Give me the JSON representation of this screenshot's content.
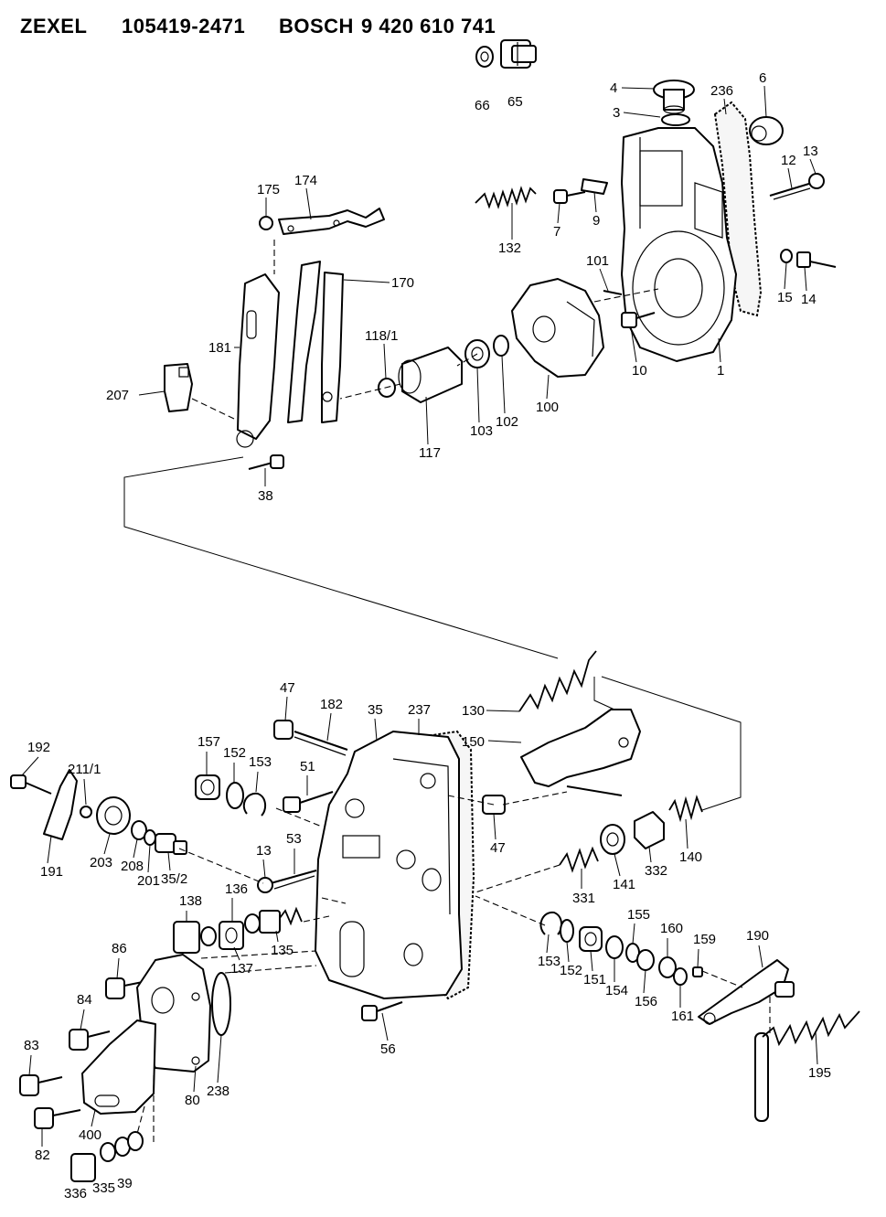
{
  "header": {
    "zexel_brand": "ZEXEL",
    "zexel_number": "105419-2471",
    "bosch_brand": "BOSCH",
    "bosch_number": "9 420 610 741"
  },
  "labels": {
    "p66": "66",
    "p65": "65",
    "p4": "4",
    "p3": "3",
    "p236": "236",
    "p6": "6",
    "p13a": "13",
    "p12": "12",
    "p175": "175",
    "p174": "174",
    "p7": "7",
    "p9": "9",
    "p132": "132",
    "p101": "101",
    "p170": "170",
    "p14": "14",
    "p15": "15",
    "p118_1": "118/1",
    "p181": "181",
    "p10": "10",
    "p1": "1",
    "p207": "207",
    "p103": "103",
    "p102": "102",
    "p100": "100",
    "p117": "117",
    "p38": "38",
    "p130": "130",
    "p47a": "47",
    "p182": "182",
    "p35": "35",
    "p237": "237",
    "p150": "150",
    "p192": "192",
    "p157": "157",
    "p152a": "152",
    "p153a": "153",
    "p211_1": "211/1",
    "p51": "51",
    "p47b": "47",
    "p140": "140",
    "p191": "191",
    "p203": "203",
    "p208": "208",
    "p201": "201",
    "p35_2": "35/2",
    "p53": "53",
    "p13b": "13",
    "p332": "332",
    "p141": "141",
    "p331": "331",
    "p138": "138",
    "p136": "136",
    "p155": "155",
    "p160": "160",
    "p159": "159",
    "p190": "190",
    "p86": "86",
    "p135": "135",
    "p137": "137",
    "p153b": "153",
    "p152b": "152",
    "p151": "151",
    "p154": "154",
    "p156": "156",
    "p161": "161",
    "p84": "84",
    "p83": "83",
    "p80": "80",
    "p238": "238",
    "p56": "56",
    "p195": "195",
    "p400": "400",
    "p82": "82",
    "p336": "336",
    "p335": "335",
    "p39": "39"
  }
}
